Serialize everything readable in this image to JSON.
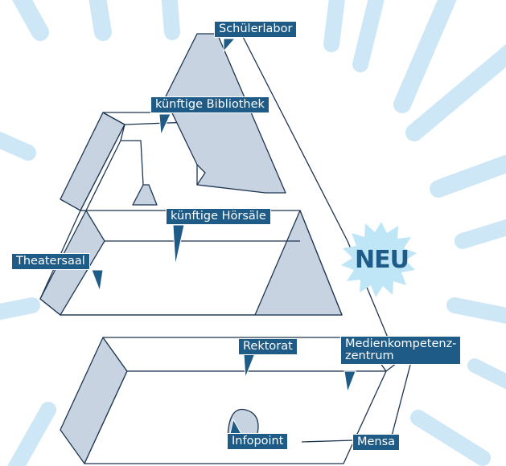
{
  "labels": {
    "schuelerlabor": "Schülerlabor",
    "bibliothek": "künftige Bibliothek",
    "hoersaele": "künftige Hörsäle",
    "theatersaal": "Theatersaal",
    "rektorat": "Rektorat",
    "medien_line1": "Medienkompetenz-",
    "medien_line2": "zentrum",
    "infopoint": "Infopoint",
    "mensa": "Mensa"
  },
  "badge": {
    "text": "NEU"
  },
  "colors": {
    "label_bg": "#1e5b87",
    "line": "#1b3550",
    "face": "#c7d3e0",
    "ray": "#cde7f7",
    "burst": "#bfe6f7"
  }
}
